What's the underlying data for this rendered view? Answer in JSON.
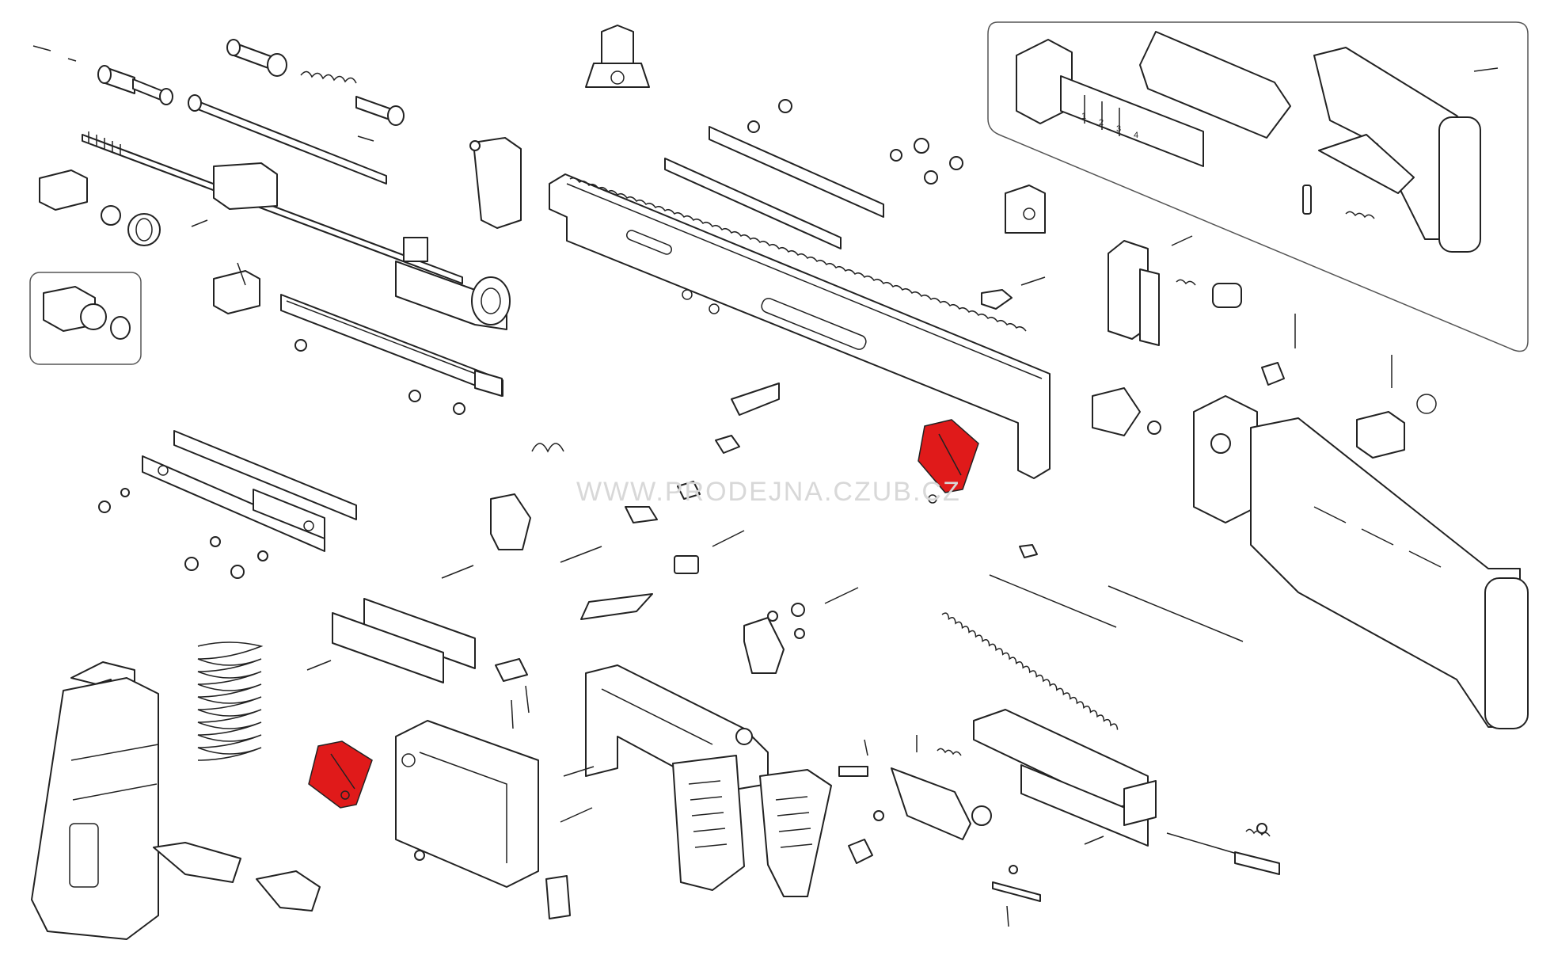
{
  "diagram": {
    "type": "exploded-parts-view",
    "watermark": "WWW.PRODEJNA.CZUB.CZ",
    "highlight_color": "#e01a1a",
    "buttstock_adapter_numbers": [
      "1",
      "2",
      "3",
      "4"
    ],
    "highlighted_parts": [
      "magazine-catch-highlighted",
      "takedown-lever-highlighted"
    ]
  }
}
